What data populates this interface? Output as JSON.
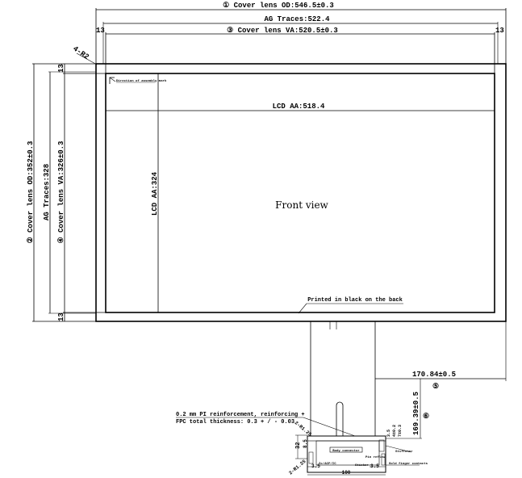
{
  "drawing": {
    "top_dims": {
      "cover_od": "① Cover lens OD:546.5±0.3",
      "ag_traces": "AG Traces:522.4",
      "cover_va": "③ Cover lens VA:520.5±0.3",
      "margin_left": "13",
      "margin_right": "13"
    },
    "left_dims": {
      "cover_od": "② Cover lens OD:352±0.3",
      "ag_traces": "AG Traces:328",
      "cover_va": "④ Cover lens VA:326±0.3",
      "margin_top": "13",
      "margin_bottom": "13"
    },
    "corner_radius": "4-R2",
    "corner_note": "Direction of assembly mark",
    "lcd_aa_h": "LCD AA:518.4",
    "lcd_aa_v": "LCD AA:324",
    "view_label": "Front view",
    "printed_note": "Printed in black on the back",
    "fpc": {
      "length_h": "170.84±0.5",
      "length_h_marker": "⑤",
      "length_v": "169.39±0.5",
      "length_v_marker": "⑥",
      "note_line1": "0.2 mm PI reinforcement, reinforcing +",
      "note_line2": "FPC total thickness: 0.3 + / - 0.03",
      "radius1": "2-R1.25",
      "radius2": "2-R1.25",
      "dim_height": "32",
      "dim_inner": "8.5",
      "dim_left": "3.5",
      "dim_right": "3.5",
      "dim_width": "100",
      "dim_a": "3.5",
      "dim_b": "4±0.2",
      "dim_c": "7±0.3",
      "label_stiffener": "Stiffener",
      "label_body": "Body connector",
      "label_sticker": "Sticker",
      "label_ic": "Ic/ACF/IC",
      "label_pin": "Pin reflow",
      "label_right": "Gold finger contacts"
    }
  }
}
